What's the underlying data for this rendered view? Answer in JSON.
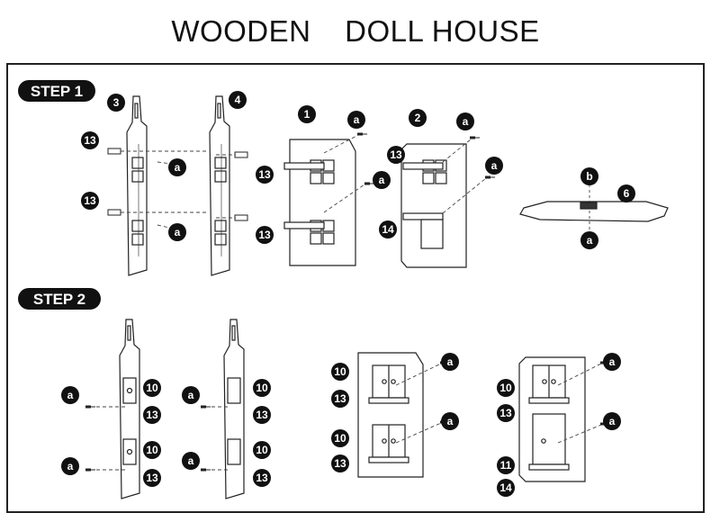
{
  "title": {
    "word1": "WOODEN",
    "word2": "DOLL HOUSE"
  },
  "steps": [
    {
      "label": "STEP 1"
    },
    {
      "label": "STEP 2"
    }
  ],
  "callouts": {
    "part3": "3",
    "part4": "4",
    "part1": "1",
    "part2": "2",
    "part6": "6",
    "part10": "10",
    "part11": "11",
    "part13": "13",
    "part14": "14",
    "a": "a",
    "b": "b"
  }
}
